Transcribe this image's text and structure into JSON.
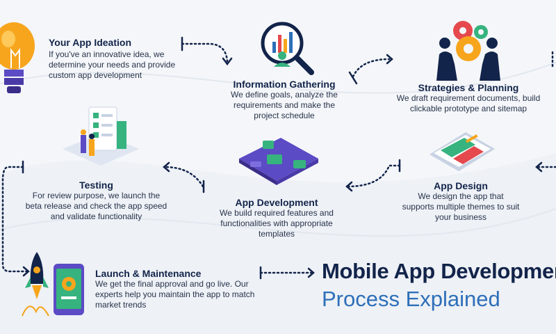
{
  "steps": {
    "ideation": {
      "title": "Your App Ideation",
      "desc": "If you've an innovative idea, we determine your needs and provide custom app development"
    },
    "info": {
      "title": "Information Gathering",
      "desc": "We define goals, analyze the requirements and make the project schedule"
    },
    "strat": {
      "title": "Strategies & Planning",
      "desc": "We draft requirement documents, build clickable prototype and sitemap"
    },
    "testing": {
      "title": "Testing",
      "desc": "For review purpose, we launch the beta release and check the app speed and validate functionality"
    },
    "appdev": {
      "title": "App Development",
      "desc": "We build required features and functionalities with appropriate templates"
    },
    "appdesign": {
      "title": "App Design",
      "desc": "We design the app that supports multiple themes to suit your business"
    },
    "launch": {
      "title": "Launch & Maintenance",
      "desc": "We get the final approval and go live. Our experts help you maintain the app to match market trends"
    }
  },
  "heading": {
    "main": "Mobile App Development",
    "sub": "Process Explained"
  },
  "icons": [
    "lightbulb-icon",
    "magnifier-chart-icon",
    "gears-team-icon",
    "testing-icon",
    "app-dev-icon",
    "app-design-icon",
    "rocket-icon",
    "phone-icon"
  ],
  "colors": {
    "navy": "#12244a",
    "accent_blue": "#2d6fb8",
    "orange": "#f7a51c",
    "green": "#36b37e",
    "purple": "#5b4bc4"
  }
}
